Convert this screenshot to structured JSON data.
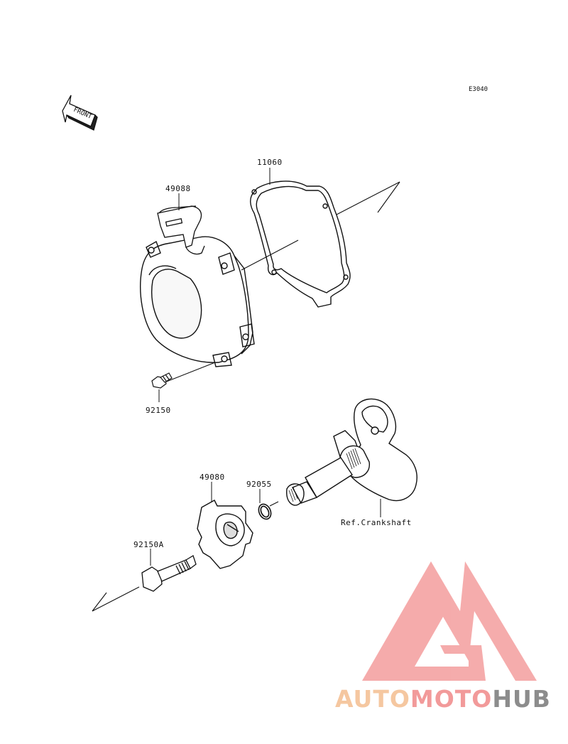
{
  "diagram_code": "E3040",
  "front_indicator": "FRONT",
  "parts": {
    "gasket": "11060",
    "recoil_starter": "49088",
    "bolt": "92150",
    "starter_pulley": "49080",
    "o_ring": "92055",
    "flange_bolt": "92150A"
  },
  "reference": "Ref.Crankshaft",
  "watermark": {
    "text_auto": "AUTO",
    "text_moto": "MOTO",
    "text_hub": "HUB",
    "color_auto": "#f5c7a0",
    "color_moto": "#f29a9a",
    "color_hub": "#8c8c8c",
    "logo_color": "#f4a3a3"
  }
}
